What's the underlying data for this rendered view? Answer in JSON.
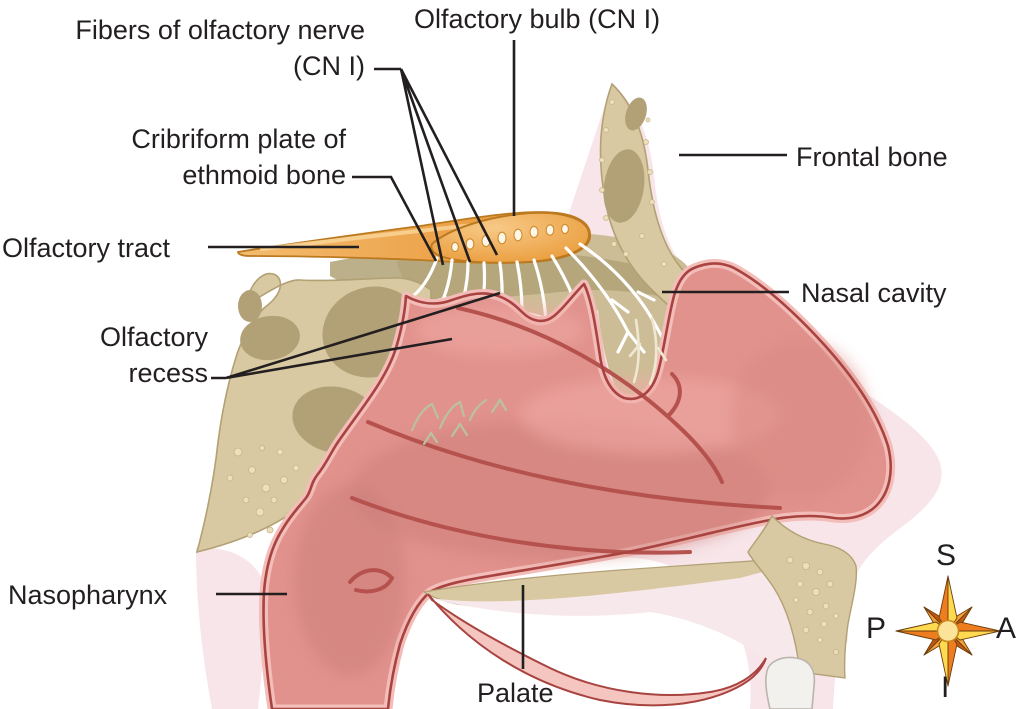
{
  "figure": {
    "description": "Sagittal section of nasal cavity showing olfactory structures",
    "labels": {
      "fibers_of_olfactory_nerve": {
        "line1": "Fibers of olfactory nerve",
        "line2": "(CN I)"
      },
      "olfactory_bulb": {
        "text": "Olfactory bulb (CN I)"
      },
      "cribriform_plate": {
        "line1": "Cribriform plate of",
        "line2": "ethmoid bone"
      },
      "olfactory_tract": {
        "text": "Olfactory tract"
      },
      "olfactory_recess": {
        "line1": "Olfactory",
        "line2": "recess"
      },
      "nasopharynx": {
        "text": "Nasopharynx"
      },
      "frontal_bone": {
        "text": "Frontal bone"
      },
      "nasal_cavity": {
        "text": "Nasal cavity"
      },
      "palate": {
        "text": "Palate"
      }
    },
    "compass": {
      "superior": "S",
      "inferior": "I",
      "anterior": "A",
      "posterior": "P"
    },
    "colors": {
      "bone": "#d9c9a2",
      "bone_outline": "#b2a175",
      "bone_cavity": "#b2a077",
      "bone_dots": "#ecdfbc",
      "mucosa": "#e2928d",
      "mucosa_rim": "#f3bdb9",
      "mucosa_outline": "#a84340",
      "fold_line": "#b5524e",
      "olfactory_bulb": "#efa44e",
      "bulb_outline": "#bc7a20",
      "nerve_fiber": "#ffffff",
      "mucosa_fiber": "#b9c29e",
      "skin": "#f7e5e9",
      "tooth": "#f3f1ed",
      "label_text": "#231f20",
      "leader_line": "#231f20",
      "compass_orange": "#ed7d1f",
      "compass_dark_orange": "#c25a10",
      "compass_yellow": "#ffd94f",
      "compass_gold": "#f6a33a",
      "compass_center": "#fbe39a"
    }
  }
}
